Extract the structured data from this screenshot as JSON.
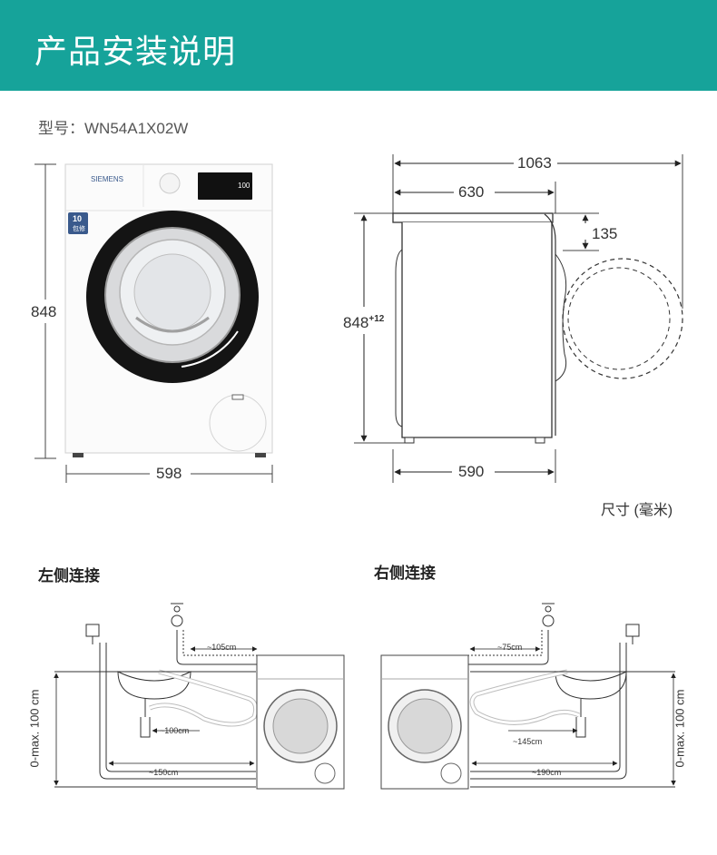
{
  "header": {
    "title": "产品安装说明",
    "color": "#16a39a"
  },
  "model": {
    "label": "型号：",
    "value": "WN54A1X02W"
  },
  "front_view": {
    "brand": "SIEMENS",
    "display_text": "100",
    "badge_number": "10",
    "badge_text": "包修",
    "height": "848",
    "width": "598"
  },
  "side_view": {
    "total_depth": "1063",
    "top_depth": "630",
    "door_offset": "135",
    "height_main": "848",
    "height_tolerance": "+12",
    "base_depth": "590"
  },
  "unit_note": "尺寸 (毫米)",
  "left_connection": {
    "title": "左侧连接",
    "inlet": "~105cm",
    "drain_short": "~100cm",
    "drain_long": "~150cm",
    "height": "0-max. 100 cm"
  },
  "right_connection": {
    "title": "右侧连接",
    "inlet": "~75cm",
    "drain_short": "~145cm",
    "drain_long": "~190cm",
    "height": "0-max. 100 cm"
  }
}
